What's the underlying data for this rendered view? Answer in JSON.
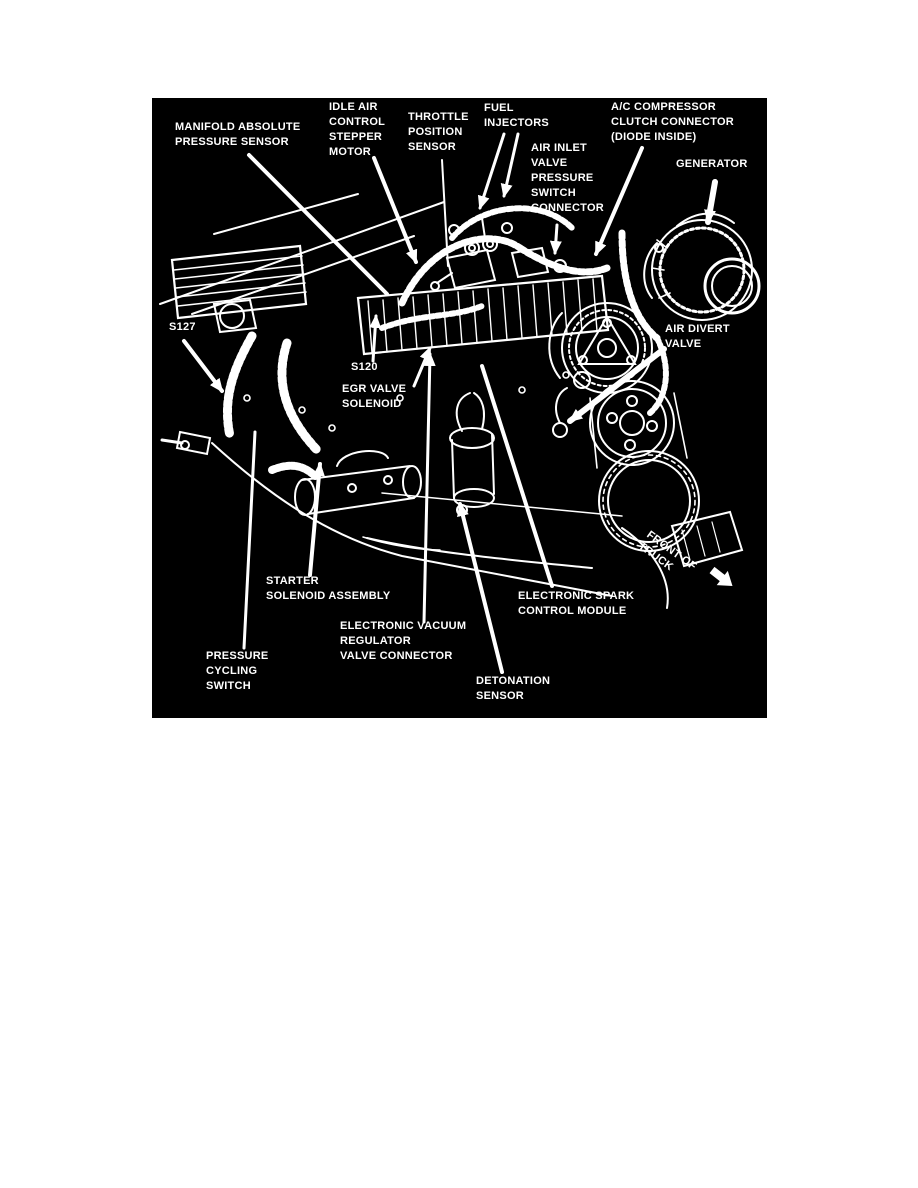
{
  "colors": {
    "page_background": "#ffffff",
    "panel_background": "#000000",
    "ink": "#ffffff"
  },
  "labels": {
    "manifold_absolute_pressure_sensor": "MANIFOLD ABSOLUTE\nPRESSURE SENSOR",
    "idle_air_control_stepper_motor": "IDLE AIR\nCONTROL\nSTEPPER\nMOTOR",
    "throttle_position_sensor": "THROTTLE\nPOSITION\nSENSOR",
    "fuel_injectors": "FUEL\nINJECTORS",
    "air_inlet_valve_pressure_switch_connector": "AIR INLET\nVALVE\nPRESSURE\nSWITCH\nCONNECTOR",
    "ac_compressor_clutch_connector": "A/C COMPRESSOR\nCLUTCH CONNECTOR\n(DIODE INSIDE)",
    "generator": "GENERATOR",
    "s127": "S127",
    "s120": "S120",
    "egr_valve_solenoid": "EGR VALVE\nSOLENOID",
    "air_divert_valve": "AIR DIVERT\nVALVE",
    "starter_solenoid_assembly": "STARTER\nSOLENOID ASSEMBLY",
    "electronic_spark_control_module": "ELECTRONIC SPARK\nCONTROL MODULE",
    "electronic_vacuum_regulator_valve_connector": "ELECTRONIC VACUUM\nREGULATOR\nVALVE CONNECTOR",
    "pressure_cycling_switch": "PRESSURE\nCYCLING\nSWITCH",
    "detonation_sensor": "DETONATION\nSENSOR",
    "front_of_truck": "FRONT OF\nTRUCK"
  }
}
